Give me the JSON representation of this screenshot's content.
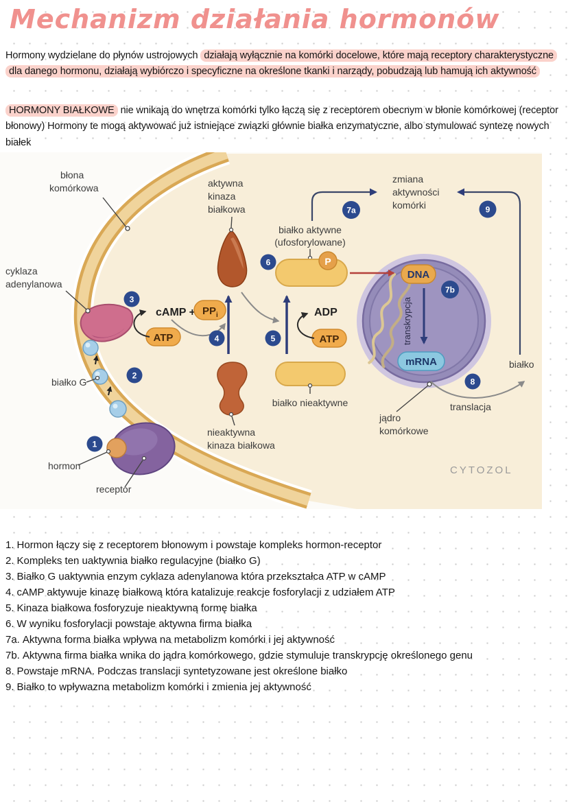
{
  "page": {
    "title": "Mechanizm działania hormonów",
    "intro": {
      "plain": "Hormony wydzielane do płynów ustrojowych ",
      "highlight": "działają wyłącznie na komórki docelowe, które mają receptory charakterystyczne dla danego hormonu, działają wybiórczo i specyficzne na określone tkanki i narządy, pobudzają lub hamują ich aktywność"
    },
    "protein_hormones": {
      "highlight": "HORMONY BIAŁKOWE",
      "rest": " nie wnikają do wnętrza komórki tylko łączą się z receptorem obecnym w błonie komórkowej (receptor błonowy) Hormony te mogą aktywować już istniejące związki głównie białka enzymatyczne, albo stymulować syntezę nowych białek"
    }
  },
  "diagram": {
    "labels": {
      "membrane": [
        "błona",
        "komórkowa"
      ],
      "cyclase": [
        "cyklaza",
        "adenylanowa"
      ],
      "active_kinase": [
        "aktywna",
        "kinaza",
        "białkowa"
      ],
      "inactive_kinase": [
        "nieaktywna",
        "kinaza białkowa"
      ],
      "active_protein": [
        "białko aktywne",
        "(ufosforylowane)"
      ],
      "inactive_protein": "białko nieaktywne",
      "change_activity": [
        "zmiana",
        "aktywności",
        "komórki"
      ],
      "protein_g": "białko G",
      "hormone": "hormon",
      "receptor": "receptor",
      "nucleus": [
        "jądro",
        "komórkowe"
      ],
      "transcription": "transkrypcja",
      "translation": "translacja",
      "protein": "białko",
      "cytosol": "CYTOZOL"
    },
    "molecules": {
      "camp": "cAMP +",
      "ppi": "PP",
      "ppi_sub": "i",
      "atp_left": "ATP",
      "atp_right": "ATP",
      "adp": "ADP",
      "p": "P",
      "dna": "DNA",
      "mrna": "mRNA"
    },
    "badges": [
      "1",
      "2",
      "3",
      "4",
      "5",
      "6",
      "7a",
      "7b",
      "8",
      "9"
    ]
  },
  "steps": [
    {
      "num": "1.",
      "text": "Hormon łączy się z receptorem błonowym i powstaje kompleks hormon-receptor"
    },
    {
      "num": "2.",
      "text": "Kompleks ten uaktywnia białko regulacyjne (białko G)"
    },
    {
      "num": "3.",
      "text": "Białko G uaktywnia enzym cyklaza adenylanowa która przekształca ATP w cAMP"
    },
    {
      "num": "4.",
      "text": "cAMP aktywuje kinazę białkową która katalizuje reakcje fosforylacji z udziałem ATP"
    },
    {
      "num": "5.",
      "text": "Kinaza białkowa fosforyzuje nieaktywną formę białka"
    },
    {
      "num": "6.",
      "text": "W wyniku fosforylacji powstaje aktywna firma białka"
    },
    {
      "num": "7a.",
      "text": "Aktywna forma białka wpływa na metabolizm komórki i jej aktywność"
    },
    {
      "num": "7b.",
      "text": "Aktywna firma białka wnika do jądra komórkowego, gdzie stymuluje transkrypcję określonego genu"
    },
    {
      "num": "8.",
      "text": "Powstaje mRNA. Podczas translacji syntetyzowane jest określone białko"
    },
    {
      "num": "9.",
      "text": "Białko to wpływazna metabolizm komórki i zmienia jej aktywność"
    }
  ],
  "colors": {
    "title_pink": "#f0918e",
    "highlight_pink": "#fbd2cb",
    "badge_navy": "#2c4a8e",
    "membrane_gold": "#eac06c",
    "cell_cream": "#f8eed9",
    "nucleus_purple": "#958cb9",
    "pill_gold": "#f3c96e",
    "pill_orange": "#f0ab4c",
    "mrna_blue": "#8cc8e0",
    "kinase_brown": "#b2572c",
    "cyclase_pink": "#cf6e8d",
    "receptor_purple": "#84639f",
    "red_arrow": "#b4403a"
  }
}
